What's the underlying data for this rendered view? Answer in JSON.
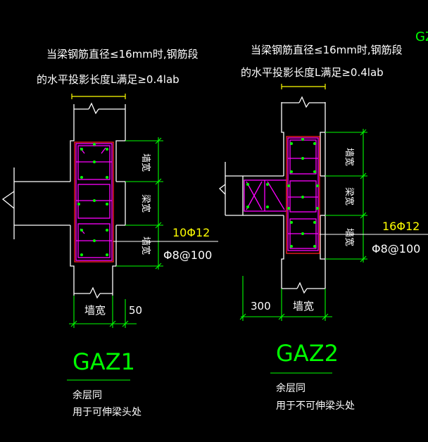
{
  "colors": {
    "background": "#000000",
    "outline": "#ffffff",
    "dimension": "#00ff00",
    "stirrup": "#ff00ff",
    "rebar_red": "#ff2020",
    "rebar_green": "#00ff00",
    "annotation": "#ffff00"
  },
  "left": {
    "note_line1": "当梁钢筋直径≤16mm时,钢筋段",
    "note_line2": "的水平投影长度L满足≥0.4lab",
    "dim_wall_top": "墙宽",
    "dim_beam": "梁宽",
    "dim_wall_bottom": "墙宽",
    "rebar_main": "10Φ12",
    "rebar_stirrup": "Φ8@100",
    "bottom_wall": "墙宽",
    "bottom_offset": "50",
    "title": "GAZ1",
    "remark1": "余层同",
    "remark2": "用于可伸梁头处"
  },
  "right": {
    "note_line1": "当梁钢筋直径≤16mm时,钢筋段",
    "note_line2": "的水平投影长度L满足≥0.4lab",
    "dim_wall_top": "墙宽",
    "dim_beam": "梁宽",
    "dim_wall_bottom": "墙宽",
    "rebar_main": "16Φ12",
    "rebar_stirrup": "Φ8@100",
    "bottom_offset": "300",
    "bottom_wall": "墙宽",
    "title": "GAZ2",
    "remark1": "余层同",
    "remark2": "用于不可伸梁头处"
  },
  "edge_label": "GZ"
}
